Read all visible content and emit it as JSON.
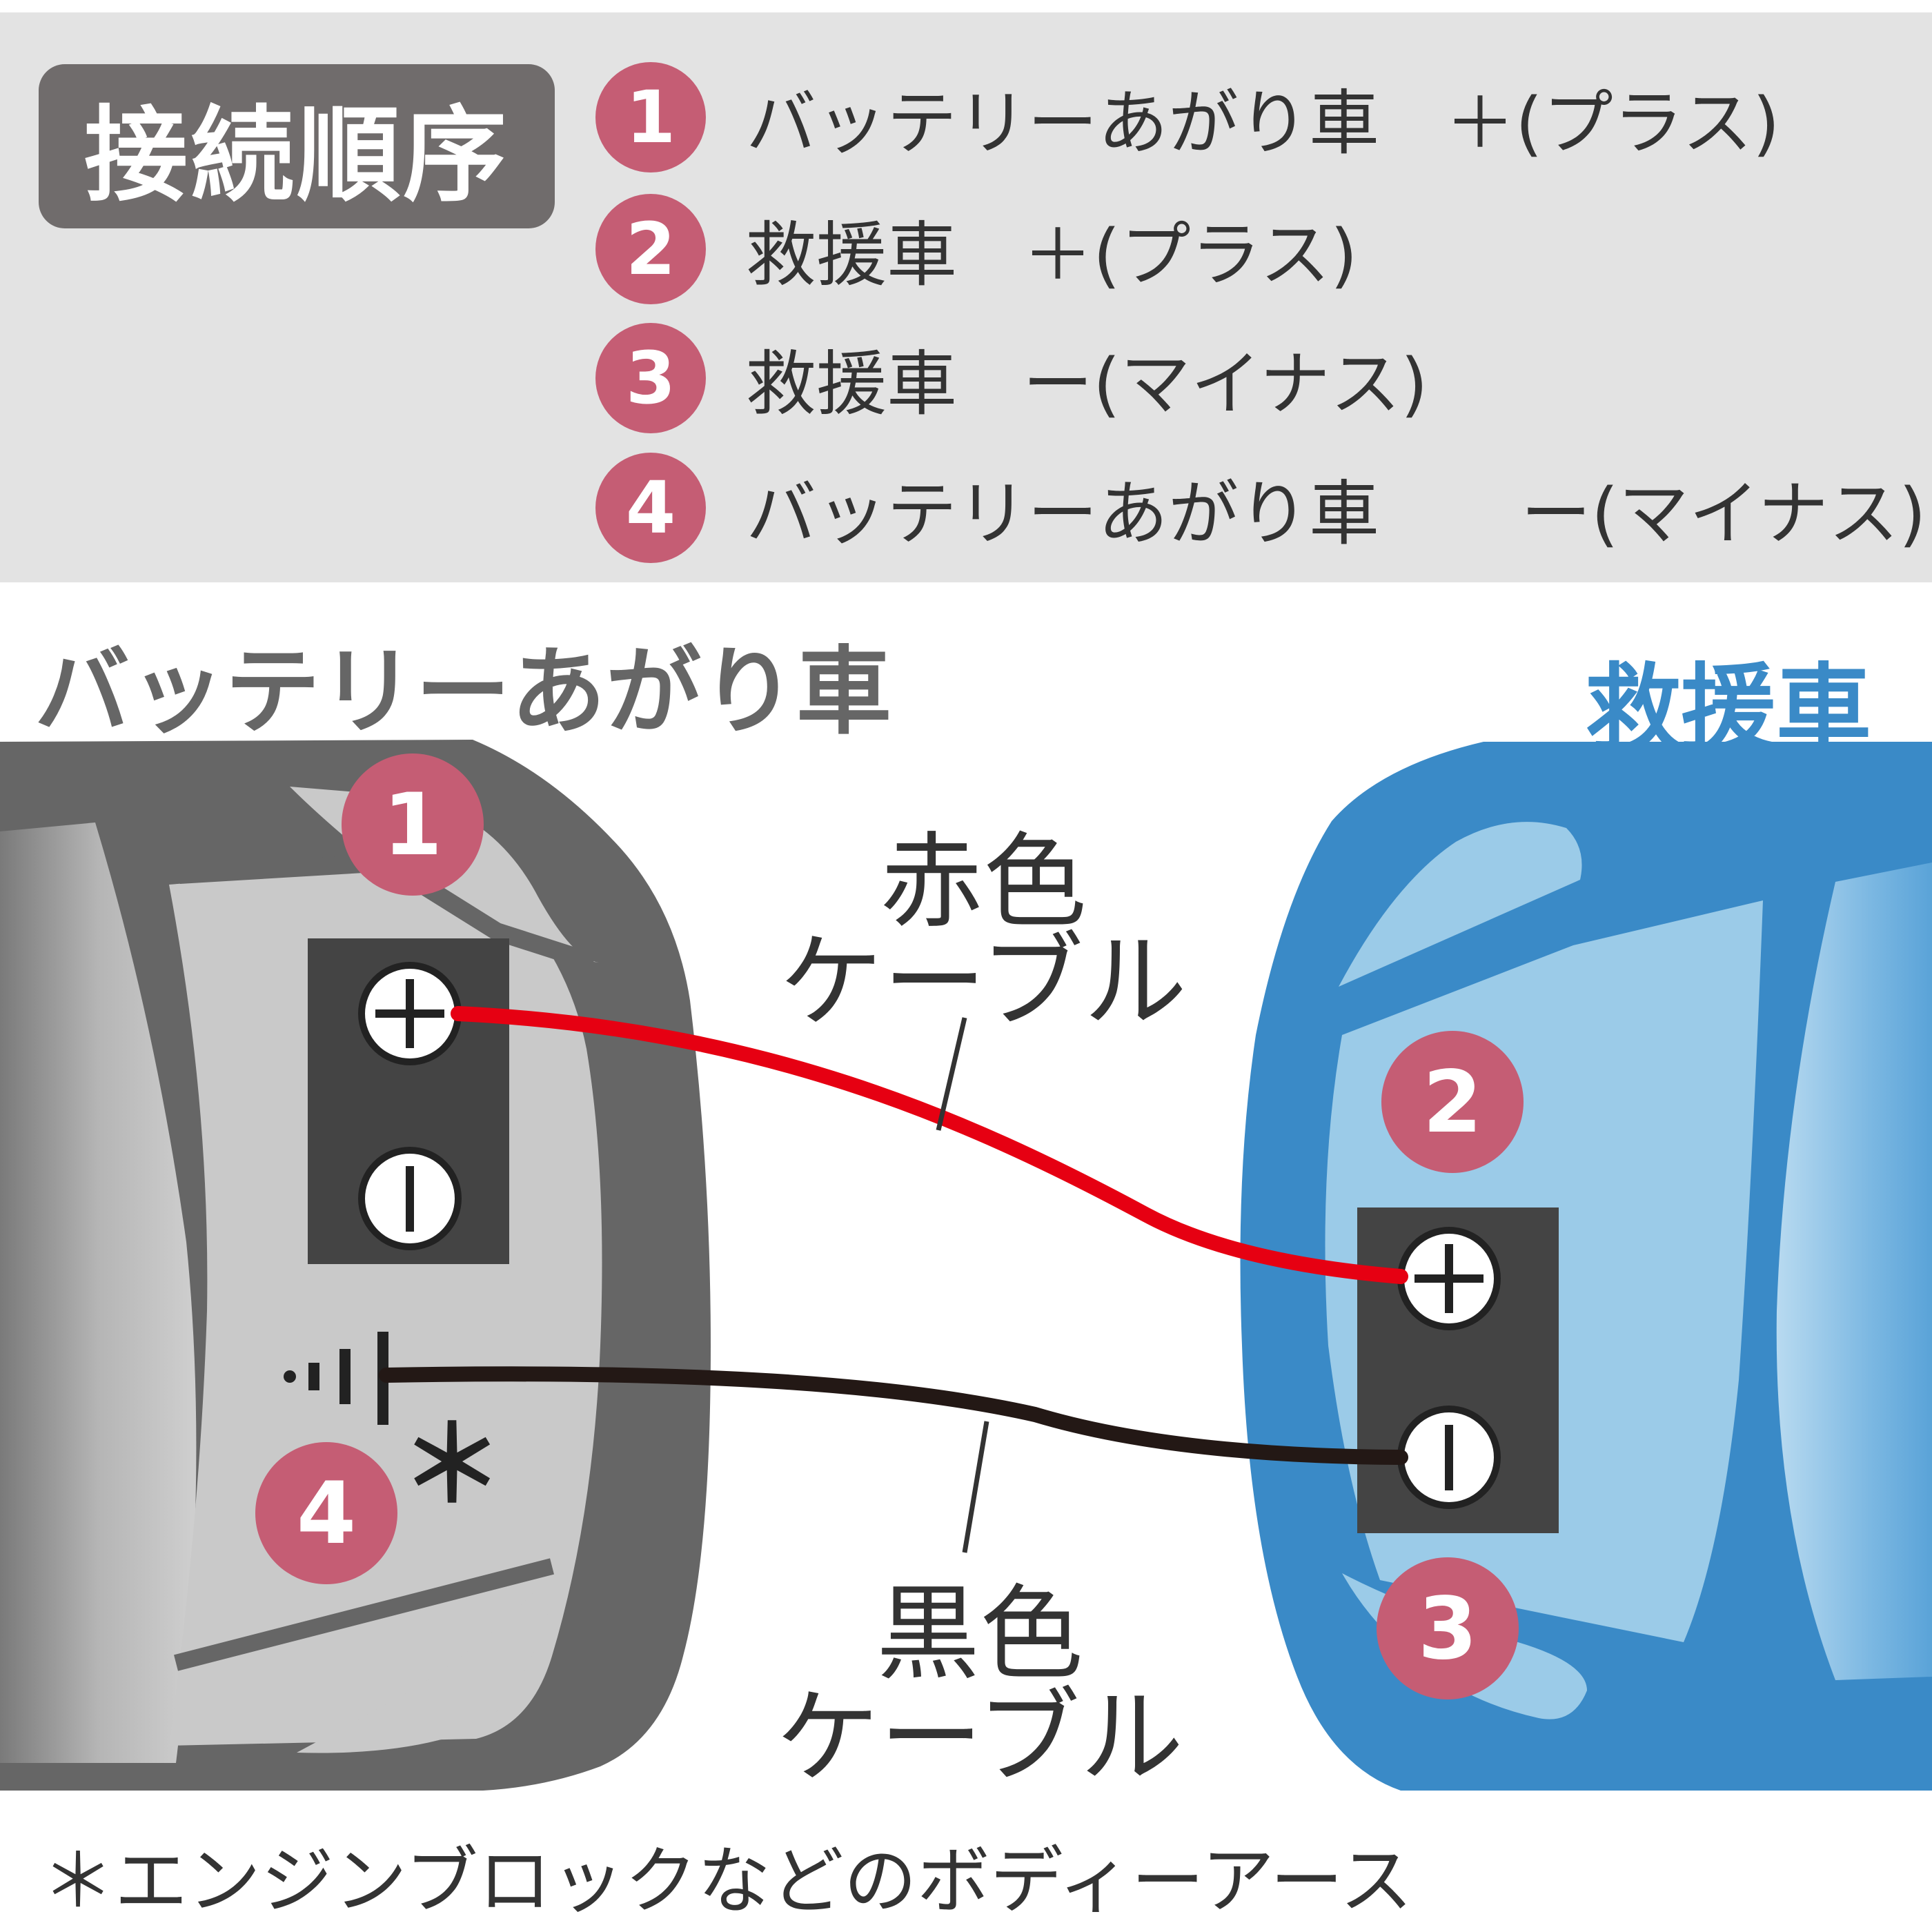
{
  "header": {
    "title": "接続順序",
    "steps": [
      {
        "num": "1",
        "car": "バッテリーあがり車",
        "terminal": "＋(プラス)"
      },
      {
        "num": "2",
        "car": "救援車",
        "terminal": "＋(プラス)"
      },
      {
        "num": "3",
        "car": "救援車",
        "terminal": "ー(マイナス)"
      },
      {
        "num": "4",
        "car": "バッテリーあがり車",
        "terminal": "ー(マイナス)"
      }
    ]
  },
  "cars": {
    "dead_label": "バッテリーあがり車",
    "rescue_label": "救援車"
  },
  "cables": {
    "red_line1": "赤色",
    "red_line2": "ケーブル",
    "black_line1": "黒色",
    "black_line2": "ケーブル"
  },
  "markers": {
    "m1": "1",
    "m2": "2",
    "m3": "3",
    "m4": "4",
    "asterisk": "＊"
  },
  "footnote": "＊エンジンブロックなどのボディーアース",
  "colors": {
    "marker": "#c55d74",
    "red_cable": "#e60012",
    "black_cable": "#231815",
    "dead_car_body": "#666666",
    "rescue_car_body": "#3a8ac7",
    "rescue_car_light": "#9bcbe8",
    "terminal_block": "#444444"
  }
}
